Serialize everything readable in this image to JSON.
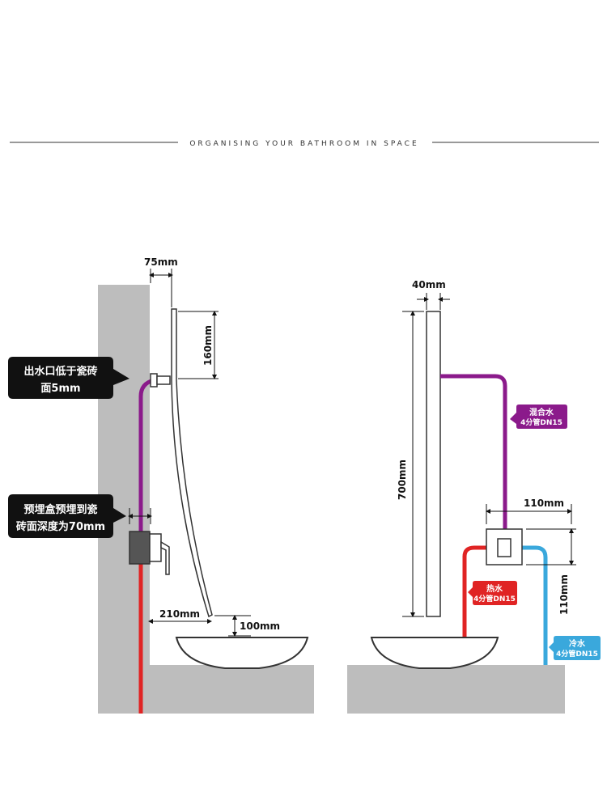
{
  "header": {
    "tagline": "ORGANISING YOUR BATHROOM IN SPACE"
  },
  "left_diagram": {
    "dim_top": "75mm",
    "dim_side": "160mm",
    "dim_spout_horizontal": "210mm",
    "dim_spout_height": "100mm",
    "callout_outlet": {
      "line1": "出水口低于瓷砖",
      "line2": "面5mm"
    },
    "callout_box": {
      "line1": "预埋盒预埋到瓷",
      "line2": "砖面深度为70mm"
    }
  },
  "right_diagram": {
    "dim_top": "40mm",
    "dim_height": "700mm",
    "dim_valve_width": "110mm",
    "dim_valve_height": "110mm",
    "tag_mixed": {
      "line1": "混合水",
      "line2": "4分管DN15"
    },
    "tag_hot": {
      "line1": "热水",
      "line2": "4分管DN15"
    },
    "tag_cold": {
      "line1": "冷水",
      "line2": "4分管DN15"
    }
  },
  "colors": {
    "wall": "#bdbdbd",
    "hot_pipe": "#e02424",
    "mixed_pipe": "#8b1a8b",
    "cold_pipe": "#3aa8dc",
    "callout_bg": "#111111"
  }
}
